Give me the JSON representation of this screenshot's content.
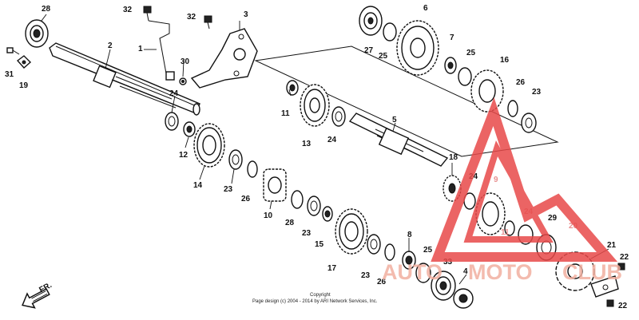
{
  "diagram": {
    "callouts": [
      {
        "id": "c28a",
        "text": "28"
      },
      {
        "id": "c32a",
        "text": "32"
      },
      {
        "id": "c32b",
        "text": "32"
      },
      {
        "id": "c3",
        "text": "3"
      },
      {
        "id": "c2",
        "text": "2"
      },
      {
        "id": "c1",
        "text": "1"
      },
      {
        "id": "c30",
        "text": "30"
      },
      {
        "id": "c31",
        "text": "31"
      },
      {
        "id": "c19",
        "text": "19"
      },
      {
        "id": "c24a",
        "text": "24"
      },
      {
        "id": "c12",
        "text": "12"
      },
      {
        "id": "c14",
        "text": "14"
      },
      {
        "id": "c23a",
        "text": "23"
      },
      {
        "id": "c26a",
        "text": "26"
      },
      {
        "id": "c10",
        "text": "10"
      },
      {
        "id": "c28b",
        "text": "28"
      },
      {
        "id": "c23b",
        "text": "23"
      },
      {
        "id": "c15",
        "text": "15"
      },
      {
        "id": "c17",
        "text": "17"
      },
      {
        "id": "c23c",
        "text": "23"
      },
      {
        "id": "c26b",
        "text": "26"
      },
      {
        "id": "c11a",
        "text": "11"
      },
      {
        "id": "c13",
        "text": "13"
      },
      {
        "id": "c24b",
        "text": "24"
      },
      {
        "id": "c5",
        "text": "5"
      },
      {
        "id": "c27",
        "text": "27"
      },
      {
        "id": "c25a",
        "text": "25"
      },
      {
        "id": "c6",
        "text": "6"
      },
      {
        "id": "c7",
        "text": "7"
      },
      {
        "id": "c25b",
        "text": "25"
      },
      {
        "id": "c16",
        "text": "16"
      },
      {
        "id": "c26c",
        "text": "26"
      },
      {
        "id": "c23d",
        "text": "23"
      },
      {
        "id": "c18",
        "text": "18"
      },
      {
        "id": "c24c",
        "text": "24"
      },
      {
        "id": "c9",
        "text": "9"
      },
      {
        "id": "c24d",
        "text": "24"
      },
      {
        "id": "c11b",
        "text": "11"
      },
      {
        "id": "c29",
        "text": "29"
      },
      {
        "id": "c20",
        "text": "20"
      },
      {
        "id": "c8",
        "text": "8"
      },
      {
        "id": "c25c",
        "text": "25"
      },
      {
        "id": "c33",
        "text": "33"
      },
      {
        "id": "c4",
        "text": "4"
      },
      {
        "id": "c21",
        "text": "21"
      },
      {
        "id": "c22a",
        "text": "22"
      },
      {
        "id": "c22b",
        "text": "22"
      }
    ],
    "direction_label": "FR.",
    "copyright_line1": "Copyright",
    "copyright_line2": "Page design (c) 2004 - 2014 by ARI Network Services, Inc.",
    "watermark_text1": "AUTO",
    "watermark_text2": "MOTO",
    "watermark_text3": "CLUB",
    "colors": {
      "line": "#111111",
      "watermark": "#e84a4a",
      "watermark_light": "#f2b0a0"
    }
  }
}
